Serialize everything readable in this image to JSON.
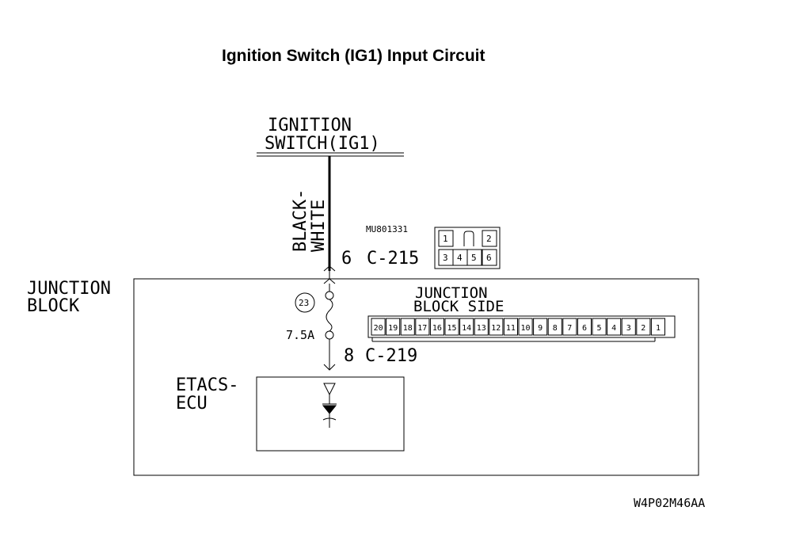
{
  "title": "Ignition Switch (IG1) Input Circuit",
  "ignition_switch": {
    "line1": "IGNITION",
    "line2": "SWITCH(IG1)"
  },
  "wire": {
    "line1": "BLACK-",
    "line2": "WHITE"
  },
  "connector_c215": {
    "part_number": "MU801331",
    "pin": "6",
    "name": "C-215",
    "pins_top": [
      "1",
      "2"
    ],
    "pins_bottom": [
      "3",
      "4",
      "5",
      "6"
    ]
  },
  "junction_block": {
    "line1": "JUNCTION",
    "line2": "BLOCK",
    "side_line1": "JUNCTION",
    "side_line2": "BLOCK SIDE",
    "pins": [
      "20",
      "19",
      "18",
      "17",
      "16",
      "15",
      "14",
      "13",
      "12",
      "11",
      "10",
      "9",
      "8",
      "7",
      "6",
      "5",
      "4",
      "3",
      "2",
      "1"
    ]
  },
  "fuse": {
    "number": "23",
    "rating": "7.5A"
  },
  "connector_c219": {
    "pin": "8",
    "name": "C-219"
  },
  "ecu": {
    "line1": "ETACS-",
    "line2": "ECU"
  },
  "figure_code": "W4P02M46AA"
}
